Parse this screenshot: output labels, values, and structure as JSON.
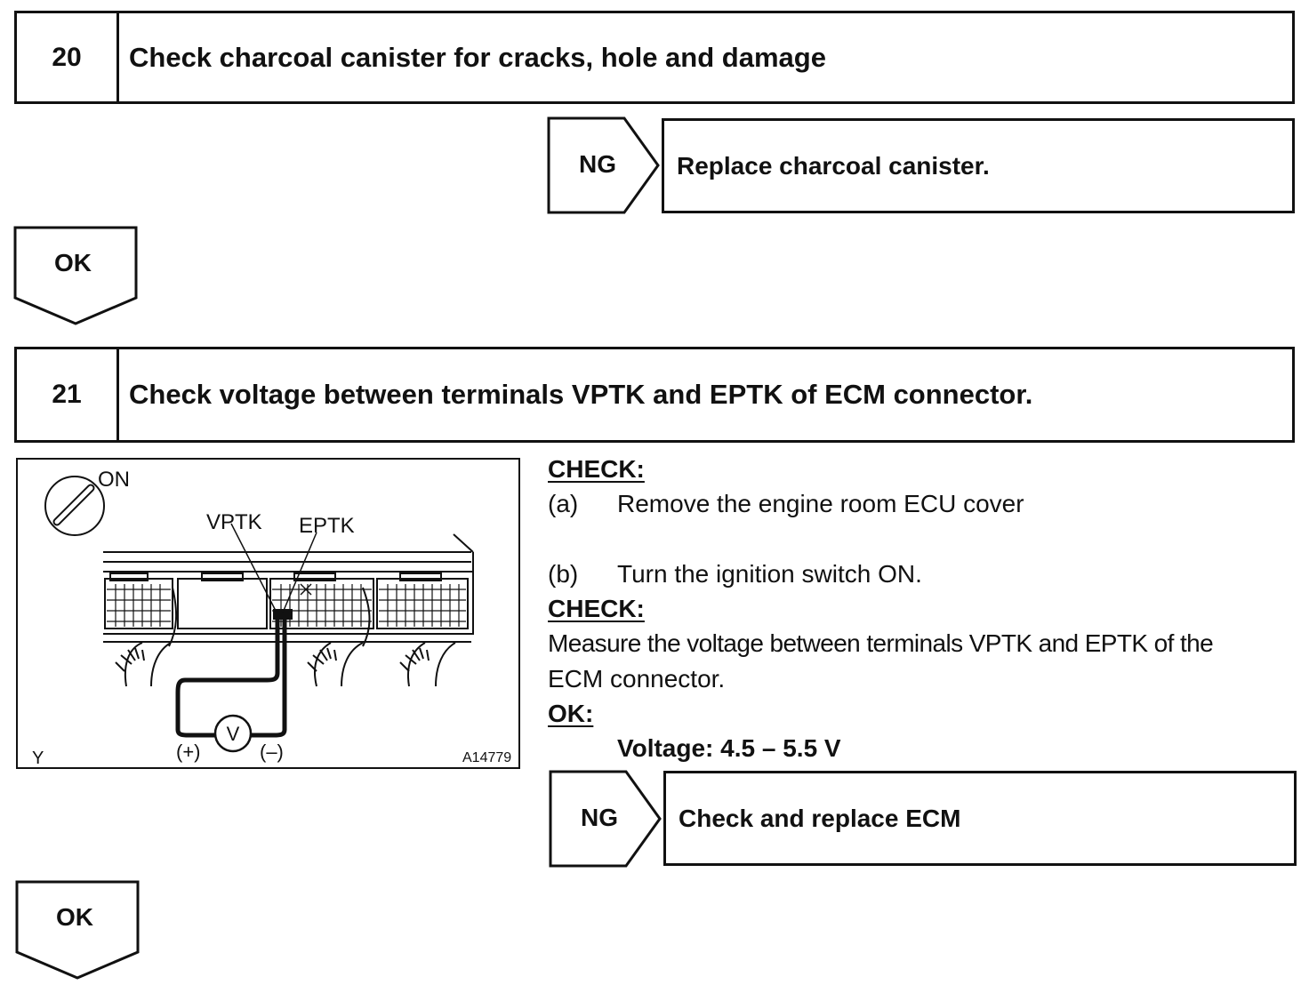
{
  "step20": {
    "number": "20",
    "title": "Check charcoal canister for cracks, hole and damage",
    "ng_label": "NG",
    "ng_action": "Replace charcoal canister.",
    "ok_label": "OK"
  },
  "step21": {
    "number": "21",
    "title": "Check voltage between terminals VPTK and EPTK of ECM connector.",
    "figure": {
      "switch_label": "ON",
      "terminal_a": "VPTK",
      "terminal_b": "EPTK",
      "meter_label": "V",
      "plus_label": "(+)",
      "minus_label": "(–)",
      "corner_letter": "Y",
      "figure_code": "A14779"
    },
    "check_heading_1": "CHECK:",
    "step_a_marker": "(a)",
    "step_a_text": "Remove the engine room ECU cover",
    "step_b_marker": "(b)",
    "step_b_text": "Turn the ignition switch ON.",
    "check_heading_2": "CHECK:",
    "measure_line_1": "Measure the voltage between terminals VPTK and EPTK of the",
    "measure_line_2": "ECM connector.",
    "ok_heading": "OK:",
    "spec": "Voltage: 4.5 – 5.5 V",
    "ng_label": "NG",
    "ng_action": "Check and replace ECM",
    "ok_label": "OK"
  }
}
